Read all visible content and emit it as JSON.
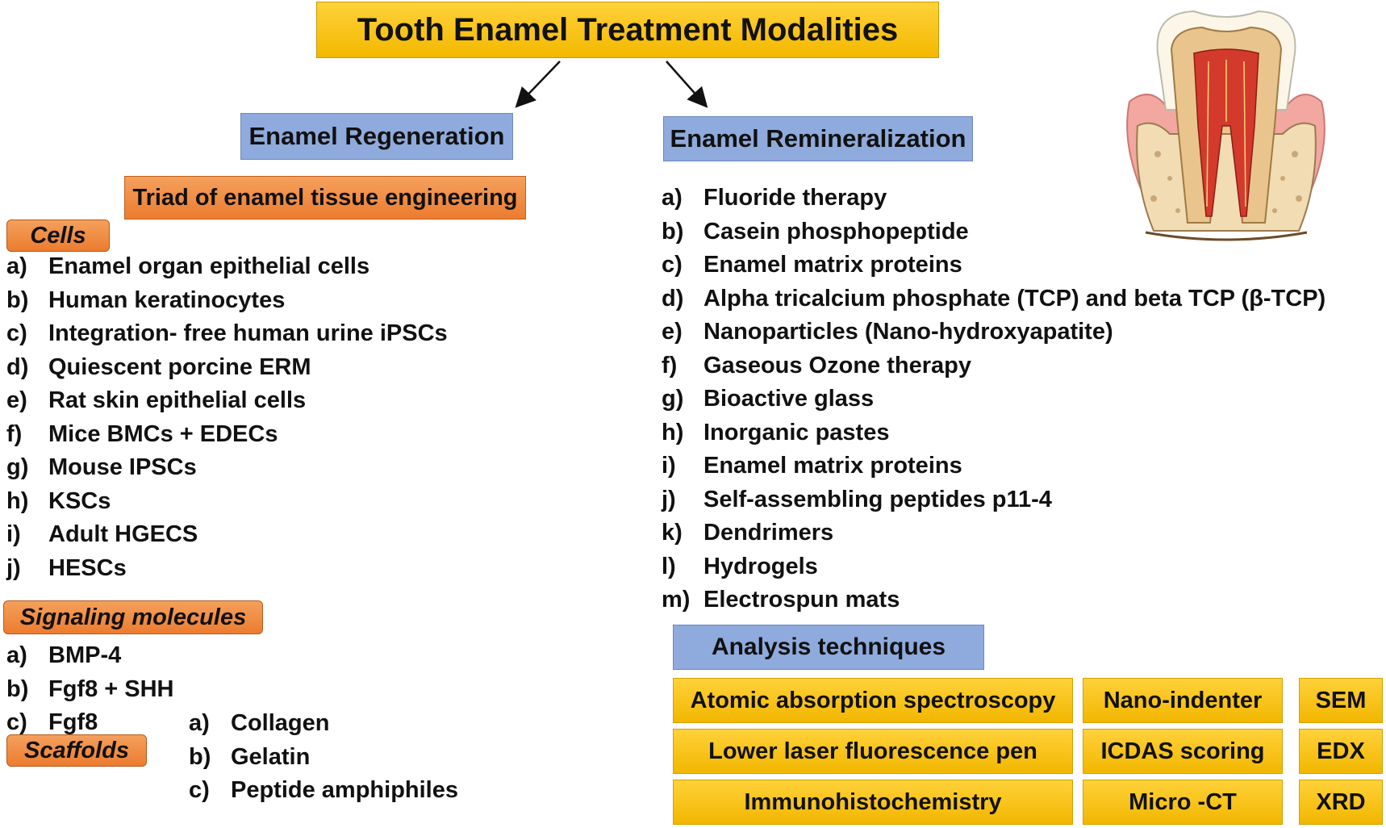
{
  "title": "Tooth Enamel Treatment Modalities",
  "regeneration": {
    "heading": "Enamel Regeneration",
    "triad": "Triad of enamel tissue engineering",
    "cells": {
      "label": "Cells",
      "items": [
        {
          "letter": "a)",
          "text": "Enamel organ epithelial cells"
        },
        {
          "letter": "b)",
          "text": "Human keratinocytes"
        },
        {
          "letter": "c)",
          "text": "Integration- free human urine iPSCs"
        },
        {
          "letter": "d)",
          "text": "Quiescent porcine ERM"
        },
        {
          "letter": "e)",
          "text": "Rat skin epithelial cells"
        },
        {
          "letter": "f)",
          "text": "Mice BMCs + EDECs"
        },
        {
          "letter": "g)",
          "text": "Mouse IPSCs"
        },
        {
          "letter": "h)",
          "text": "KSCs"
        },
        {
          "letter": "i)",
          "text": "Adult HGECS"
        },
        {
          "letter": "j)",
          "text": "HESCs"
        }
      ]
    },
    "signaling": {
      "label": "Signaling molecules",
      "items": [
        {
          "letter": "a)",
          "text": "BMP-4"
        },
        {
          "letter": "b)",
          "text": "Fgf8 + SHH"
        },
        {
          "letter": "c)",
          "text": "Fgf8"
        }
      ]
    },
    "scaffolds": {
      "label": "Scaffolds",
      "items": [
        {
          "letter": "a)",
          "text": "Collagen"
        },
        {
          "letter": "b)",
          "text": "Gelatin"
        },
        {
          "letter": "c)",
          "text": "Peptide amphiphiles"
        }
      ]
    }
  },
  "remineralization": {
    "heading": "Enamel Remineralization",
    "items": [
      {
        "letter": "a)",
        "text": "Fluoride therapy"
      },
      {
        "letter": "b)",
        "text": "Casein phosphopeptide"
      },
      {
        "letter": "c)",
        "text": "Enamel matrix proteins"
      },
      {
        "letter": "d)",
        "text": "Alpha tricalcium phosphate (TCP) and beta TCP (β-TCP)"
      },
      {
        "letter": "e)",
        "text": "Nanoparticles (Nano-hydroxyapatite)"
      },
      {
        "letter": "f)",
        "text": "Gaseous Ozone therapy"
      },
      {
        "letter": "g)",
        "text": "Bioactive glass"
      },
      {
        "letter": "h)",
        "text": "Inorganic pastes"
      },
      {
        "letter": "i)",
        "text": "Enamel matrix proteins"
      },
      {
        "letter": "j)",
        "text": "Self-assembling peptides p11-4"
      },
      {
        "letter": "k)",
        "text": "Dendrimers"
      },
      {
        "letter": "l)",
        "text": "Hydrogels"
      },
      {
        "letter": "m)",
        "text": "Electrospun mats"
      }
    ]
  },
  "analysis": {
    "heading": "Analysis techniques",
    "techniques": [
      "Atomic absorption spectroscopy",
      "Nano-indenter",
      "SEM",
      "Lower laser fluorescence pen",
      "ICDAS scoring",
      "EDX",
      "Immunohistochemistry",
      "Micro -CT",
      "XRD"
    ]
  },
  "colors": {
    "gold": "#f5c000",
    "blue": "#8faadc",
    "orange": "#ec7c30"
  },
  "icons": [
    "arrow-down-left-icon",
    "arrow-down-right-icon",
    "tooth-cross-section-icon"
  ]
}
